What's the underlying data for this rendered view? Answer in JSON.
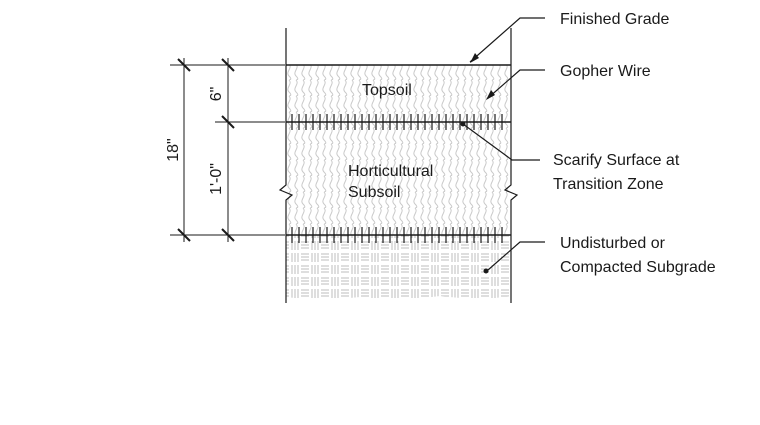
{
  "layers": {
    "topsoil": "Topsoil",
    "subsoil_line1": "Horticultural",
    "subsoil_line2": "Subsoil"
  },
  "callouts": {
    "finished_grade": "Finished Grade",
    "gopher_wire": "Gopher Wire",
    "scarify_line1": "Scarify Surface at",
    "scarify_line2": "Transition Zone",
    "subgrade_line1": "Undisturbed or",
    "subgrade_line2": "Compacted Subgrade"
  },
  "dimensions": {
    "total": "18\"",
    "topsoil_depth": "6\"",
    "subsoil_depth": "1'-0\""
  }
}
